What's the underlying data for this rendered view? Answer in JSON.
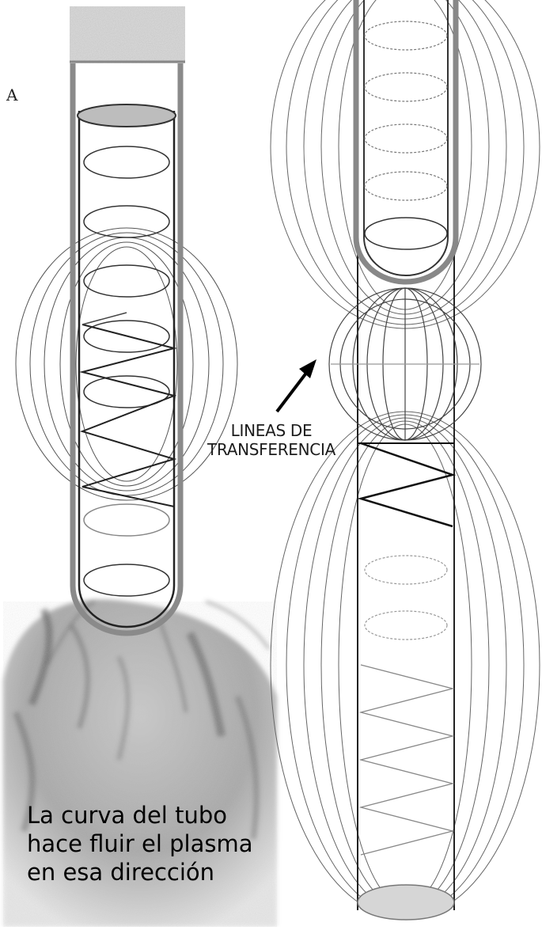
{
  "figure": {
    "panel_letter": "A",
    "transfer_label": {
      "line1": "LINEAS DE",
      "line2": "TRANSFERENCIA"
    },
    "caption": {
      "line1": "La curva del tubo",
      "line2": "hace fluir el plasma",
      "line3": "en esa dirección"
    }
  },
  "colors": {
    "tube_outline": "#7a7a7a",
    "tube_core": "#1e1e1e",
    "coil": "#333333",
    "field_lines": "#555555",
    "plasma_cloud": "#8c8c8c",
    "arrow": "#000000"
  }
}
